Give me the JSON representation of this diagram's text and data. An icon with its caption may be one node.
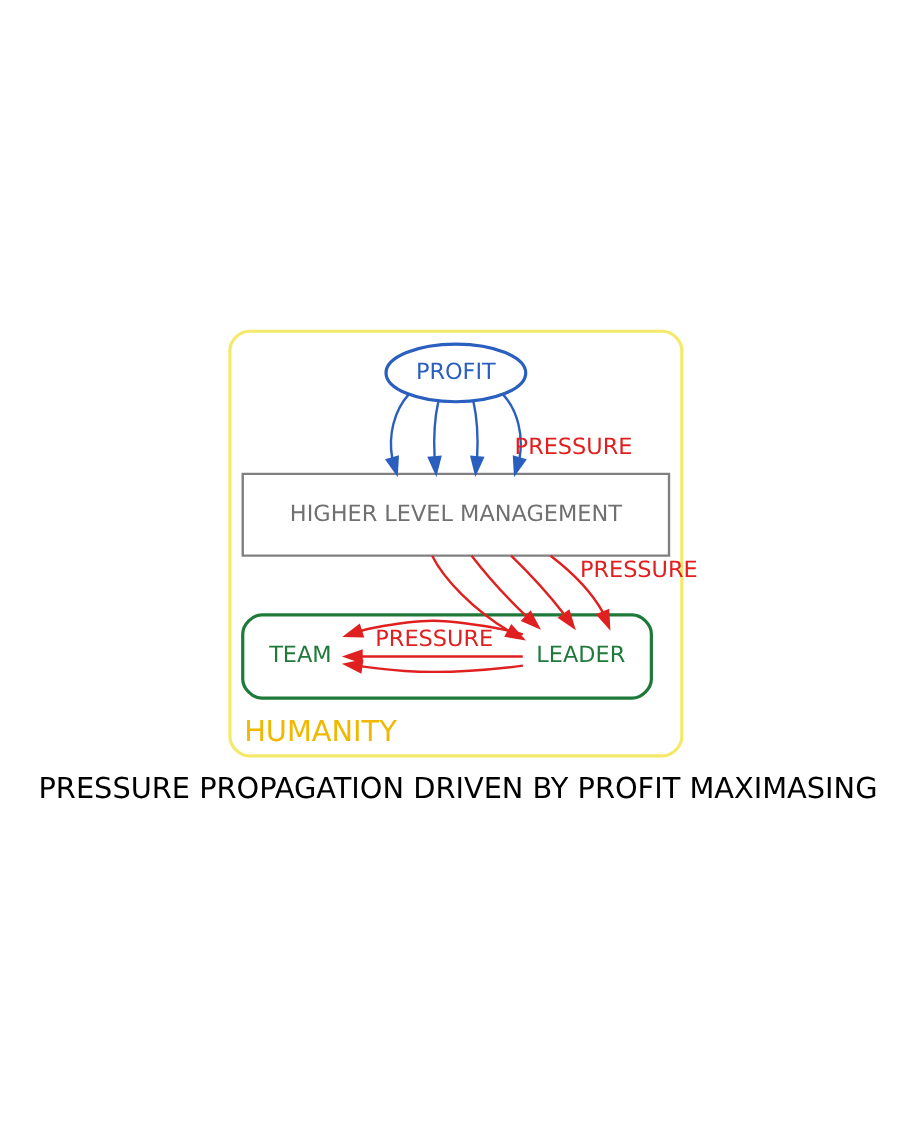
{
  "diagram": {
    "caption": "PRESSURE PROPAGATION DRIVEN BY PROFIT MAXIMASING",
    "nodes": [
      {
        "text": [
          "HUMANITY"
        ]
      },
      {
        "text": [
          "PROFIT"
        ],
        "in": 0
      },
      {
        "text": [
          "HIGHER LEVEL MANAGEMENT"
        ],
        "in": 0
      },
      {
        "text": [],
        "shape": "cloud",
        "in": 0
      },
      {
        "text": [
          "TEAM"
        ],
        "in": 3
      },
      {
        "text": [
          "LEADER"
        ],
        "in": 3
      }
    ],
    "edges": [
      {
        "from": 1,
        "to": 2,
        "arrow": "to",
        "color": "#2a5fbf"
      },
      {
        "from": 1,
        "to": 2,
        "arrow": "to",
        "color": "#2a5fbf"
      },
      {
        "from": 1,
        "to": 2,
        "arrow": "to",
        "color": "#2a5fbf"
      },
      {
        "from": 1,
        "to": 2,
        "arrow": "to",
        "label": "PRESSURE",
        "color": "#2a5fbf"
      },
      {
        "from": 2,
        "to": 5,
        "arrow": "to"
      },
      {
        "from": 2,
        "to": 5,
        "arrow": "to"
      },
      {
        "from": 2,
        "to": 5,
        "arrow": "to"
      },
      {
        "from": 2,
        "to": 5,
        "arrow": "to",
        "label": "PRESSURE"
      },
      {
        "from": 5,
        "to": 4,
        "arrow": "to"
      },
      {
        "from": 5,
        "to": 4,
        "arrow": "to"
      },
      {
        "from": 5,
        "to": 4,
        "arrow": "to",
        "label": "PRESSURE"
      }
    ]
  }
}
